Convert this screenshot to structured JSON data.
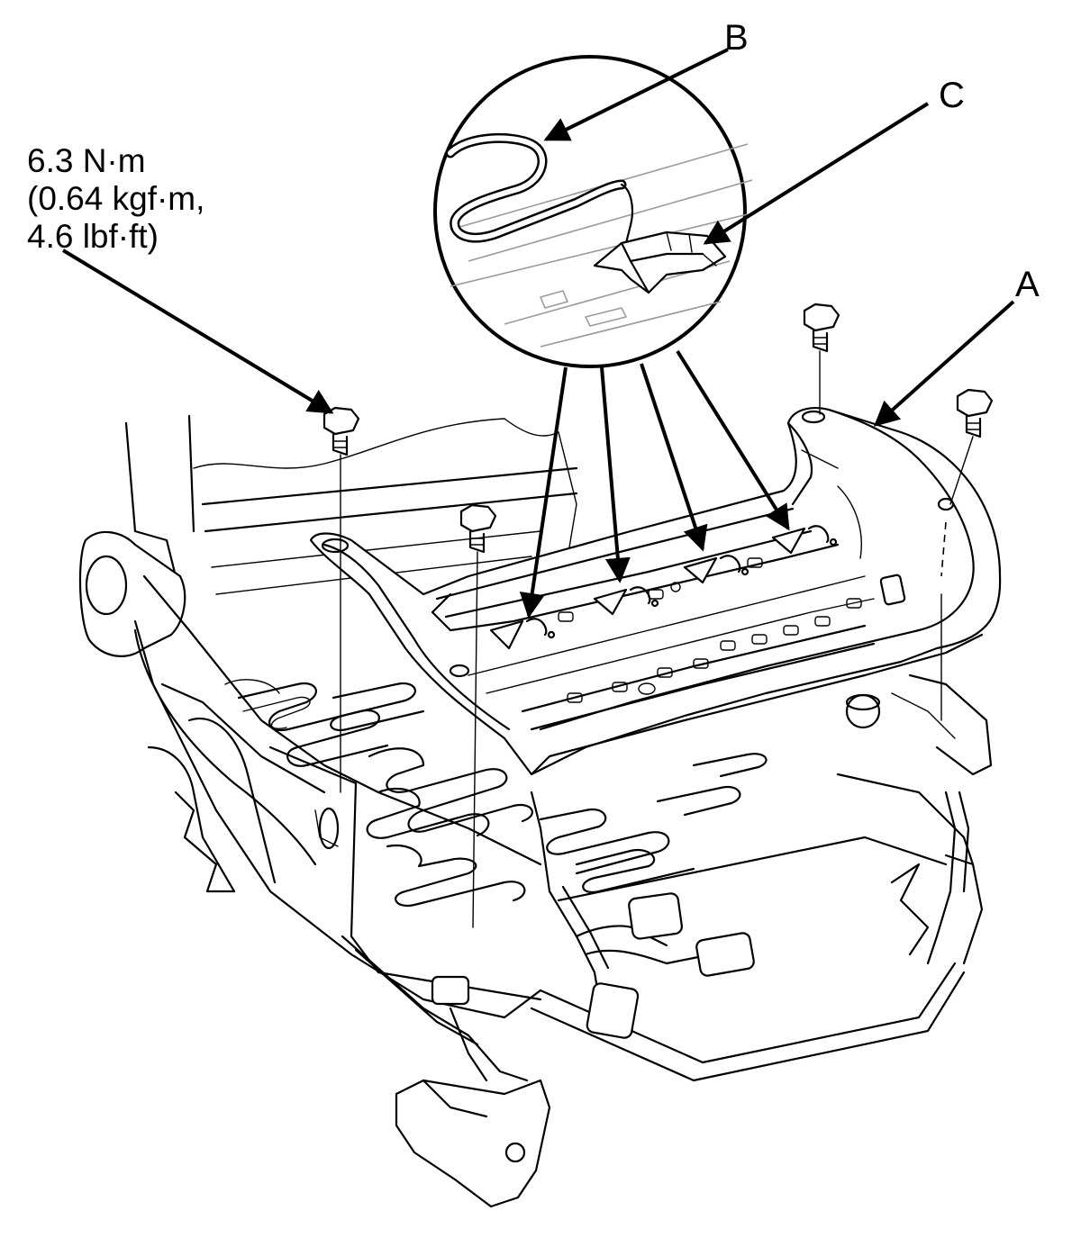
{
  "callouts": {
    "a": "A",
    "b": "B",
    "c": "C"
  },
  "torque_spec": {
    "line1": "6.3 N·m",
    "line2": "(0.64 kgf·m,",
    "line3": "4.6 lbf·ft)"
  }
}
